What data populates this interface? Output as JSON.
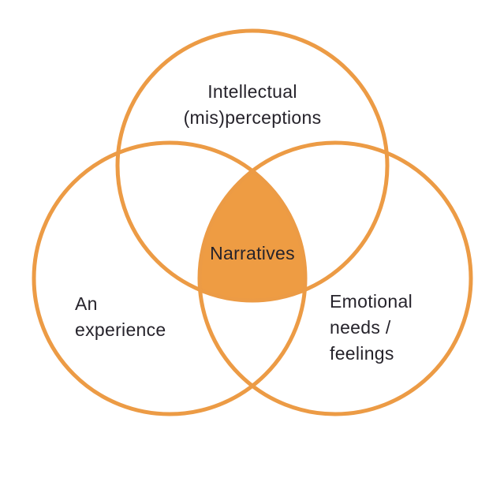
{
  "venn": {
    "center_label": "Narratives",
    "circles": [
      {
        "id": "intellectual",
        "label_lines": [
          "Intellectual",
          "(mis)perceptions"
        ]
      },
      {
        "id": "experience",
        "label_lines": [
          "An",
          "experience"
        ]
      },
      {
        "id": "emotional",
        "label_lines": [
          "Emotional",
          "needs /",
          "feelings"
        ]
      }
    ],
    "colors": {
      "circle_stroke": "#EC9B45",
      "center_fill": "#EE9C43",
      "text": "#26232B",
      "background": "#FFFFFF"
    }
  }
}
